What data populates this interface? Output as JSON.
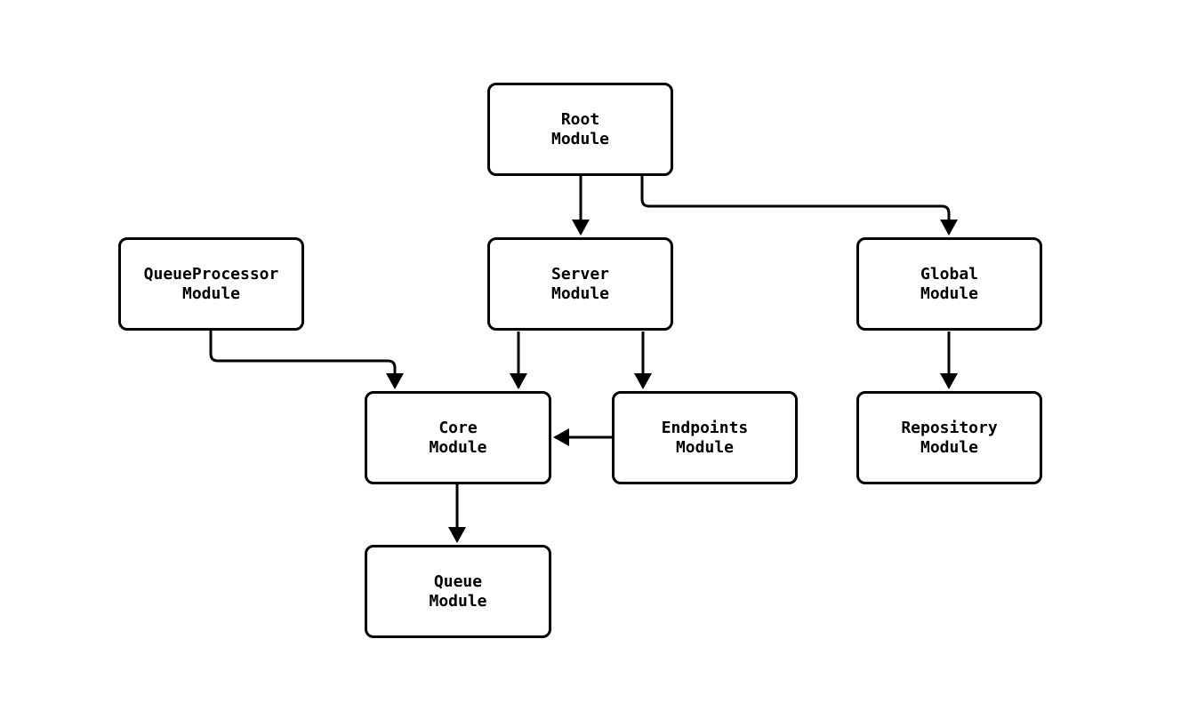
{
  "diagram": {
    "type": "module-dependency-graph",
    "background_color": "#ffffff",
    "stroke_color": "#000000",
    "node_fill_color": "#ffffff",
    "nodes": [
      {
        "id": "root",
        "label": "Root\nModule"
      },
      {
        "id": "queueprocessor",
        "label": "QueueProcessor\nModule"
      },
      {
        "id": "server",
        "label": "Server\nModule"
      },
      {
        "id": "global",
        "label": "Global\nModule"
      },
      {
        "id": "core",
        "label": "Core\nModule"
      },
      {
        "id": "endpoints",
        "label": "Endpoints\nModule"
      },
      {
        "id": "repository",
        "label": "Repository\nModule"
      },
      {
        "id": "queue",
        "label": "Queue\nModule"
      }
    ],
    "edges": [
      {
        "from": "Root Module",
        "to": "Server Module"
      },
      {
        "from": "Root Module",
        "to": "Global Module"
      },
      {
        "from": "QueueProcessor Module",
        "to": "Core Module"
      },
      {
        "from": "Server Module",
        "to": "Core Module"
      },
      {
        "from": "Server Module",
        "to": "Endpoints Module"
      },
      {
        "from": "Endpoints Module",
        "to": "Core Module"
      },
      {
        "from": "Global Module",
        "to": "Repository Module"
      },
      {
        "from": "Core Module",
        "to": "Queue Module"
      }
    ]
  }
}
